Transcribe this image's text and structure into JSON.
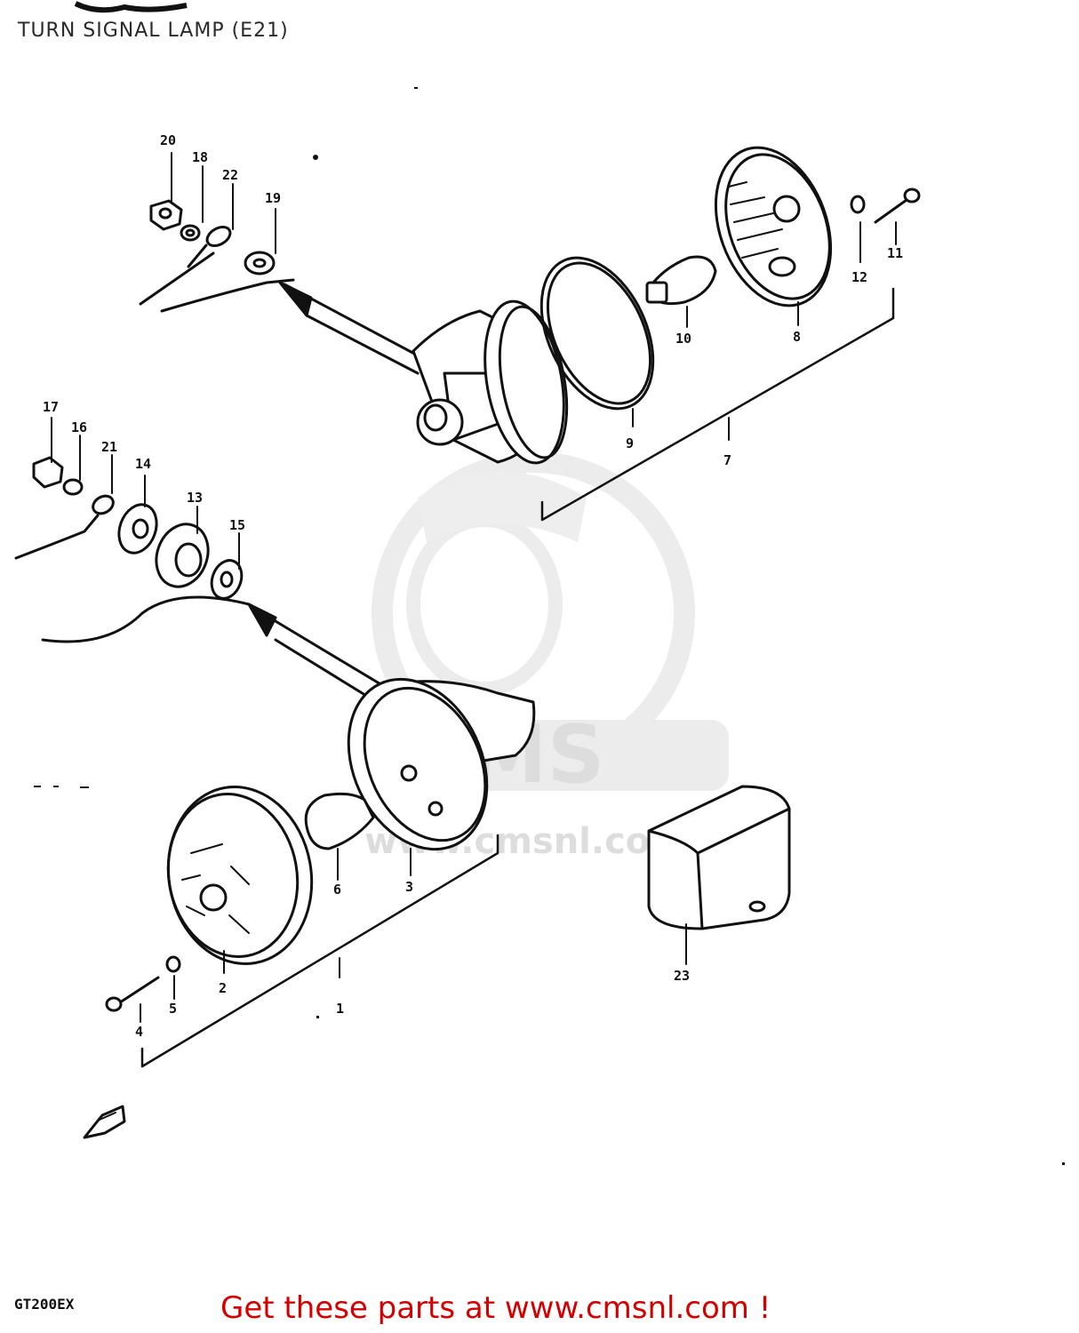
{
  "header": {
    "title": "TURN SIGNAL LAMP (E21)"
  },
  "footer": {
    "model_code": "GT200EX",
    "promo_text": "Get these parts at www.cmsnl.com !"
  },
  "watermark": {
    "brand": "CMS",
    "url": "www.cmsnl.com"
  },
  "callouts": {
    "p1": "1",
    "p2": "2",
    "p3": "3",
    "p4": "4",
    "p5": "5",
    "p6": "6",
    "p7": "7",
    "p8": "8",
    "p9": "9",
    "p10": "10",
    "p11": "11",
    "p12": "12",
    "p13": "13",
    "p14": "14",
    "p15": "15",
    "p16": "16",
    "p17": "17",
    "p18": "18",
    "p19": "19",
    "p20": "20",
    "p21": "21",
    "p22": "22",
    "p23": "23"
  },
  "colors": {
    "ink": "#111111",
    "promo": "#d40000",
    "watermark": "#e6e6e6"
  }
}
